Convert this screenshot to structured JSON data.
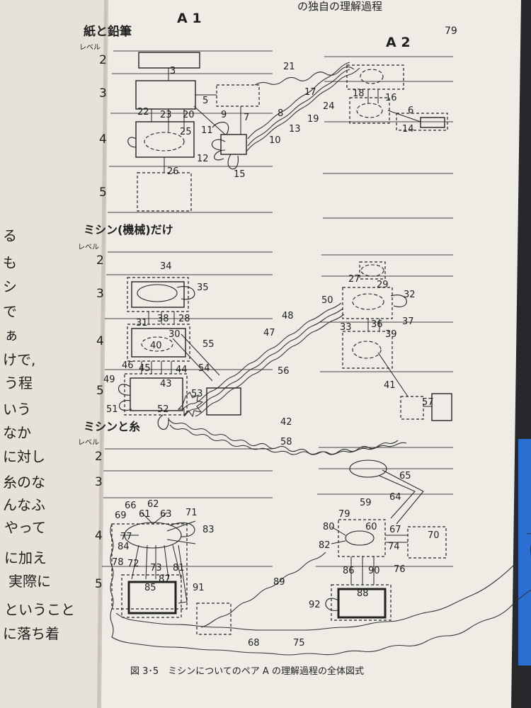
{
  "header": {
    "running_title": "の独自の理解過程",
    "page_number": "79"
  },
  "left_page_text": [
    "る",
    "も",
    "シ",
    "で",
    "ぁ",
    "けで,",
    "う程",
    "いう",
    "なか",
    "に対し",
    "糸のな",
    "んなふ",
    "やって",
    "に加え",
    "実際に",
    "ということ",
    "に落ち着"
  ],
  "diagram": {
    "col_a1": "A 1",
    "col_a2": "A 2",
    "sections": [
      {
        "title": "紙と鉛筆",
        "level_label": "レベル",
        "levels": [
          "2",
          "3",
          "4",
          "5"
        ]
      },
      {
        "title": "ミシン(機械)だけ",
        "level_label": "レベル",
        "levels": [
          "2",
          "3",
          "4",
          "5"
        ]
      },
      {
        "title": "ミシンと糸",
        "level_label": "レベル",
        "levels": [
          "2",
          "3",
          "4",
          "5"
        ]
      }
    ],
    "step_numbers": [
      "3",
      "5",
      "6",
      "7",
      "8",
      "9",
      "10",
      "11",
      "12",
      "13",
      "14",
      "15",
      "16",
      "17",
      "18",
      "19",
      "20",
      "21",
      "22",
      "23",
      "24",
      "25",
      "26",
      "27",
      "28",
      "29",
      "30",
      "31",
      "32",
      "33",
      "34",
      "35",
      "36",
      "37",
      "38",
      "39",
      "40",
      "41",
      "42",
      "43",
      "44",
      "45",
      "46",
      "47",
      "48",
      "49",
      "50",
      "51",
      "52",
      "53",
      "54",
      "55",
      "56",
      "57",
      "58",
      "59",
      "60",
      "61",
      "62",
      "63",
      "64",
      "65",
      "66",
      "67",
      "68",
      "69",
      "70",
      "71",
      "72",
      "73",
      "74",
      "75",
      "76",
      "77",
      "78",
      "79",
      "80",
      "81",
      "82",
      "83",
      "84",
      "85",
      "86",
      "87",
      "88",
      "89",
      "90",
      "91",
      "92"
    ],
    "caption": "図 3･5　ミシンについてのペア A の理解過程の全体図式"
  }
}
